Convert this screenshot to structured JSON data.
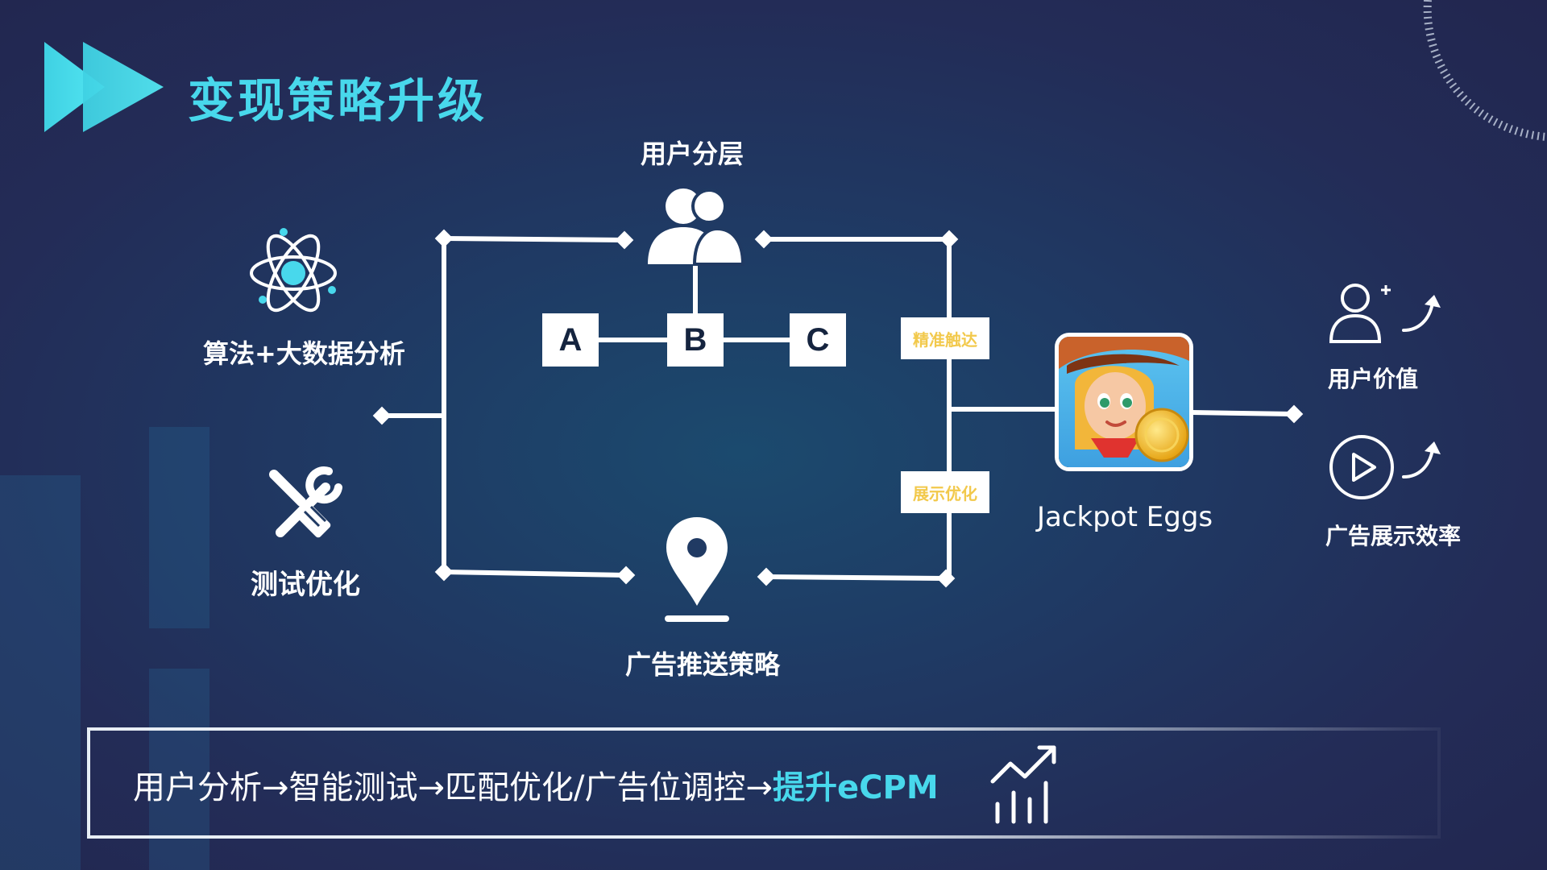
{
  "title": "变现策略升级",
  "nodes": {
    "user_layering": "用户分层",
    "algorithm": "算法+大数据分析",
    "testing": "测试优化",
    "ad_push": "广告推送策略",
    "game_name": "Jackpot Eggs",
    "user_value": "用户价值",
    "ad_efficiency": "广告展示效率"
  },
  "segments": [
    "A",
    "B",
    "C"
  ],
  "tags": {
    "precise_reach": "精准触达",
    "display_opt": "展示优化"
  },
  "flow": {
    "text": "用户分析→智能测试→匹配优化/广告位调控→",
    "highlight": "提升eCPM"
  },
  "colors": {
    "accent": "#48d8ec",
    "tag_text": "#f2c94c",
    "background": "#22264f"
  },
  "icons": [
    "fast-forward-icon",
    "atom-icon",
    "tools-icon",
    "users-icon",
    "location-pin-icon",
    "user-add-icon",
    "play-icon",
    "trend-up-arrow-icon",
    "bar-chart-growth-icon"
  ]
}
